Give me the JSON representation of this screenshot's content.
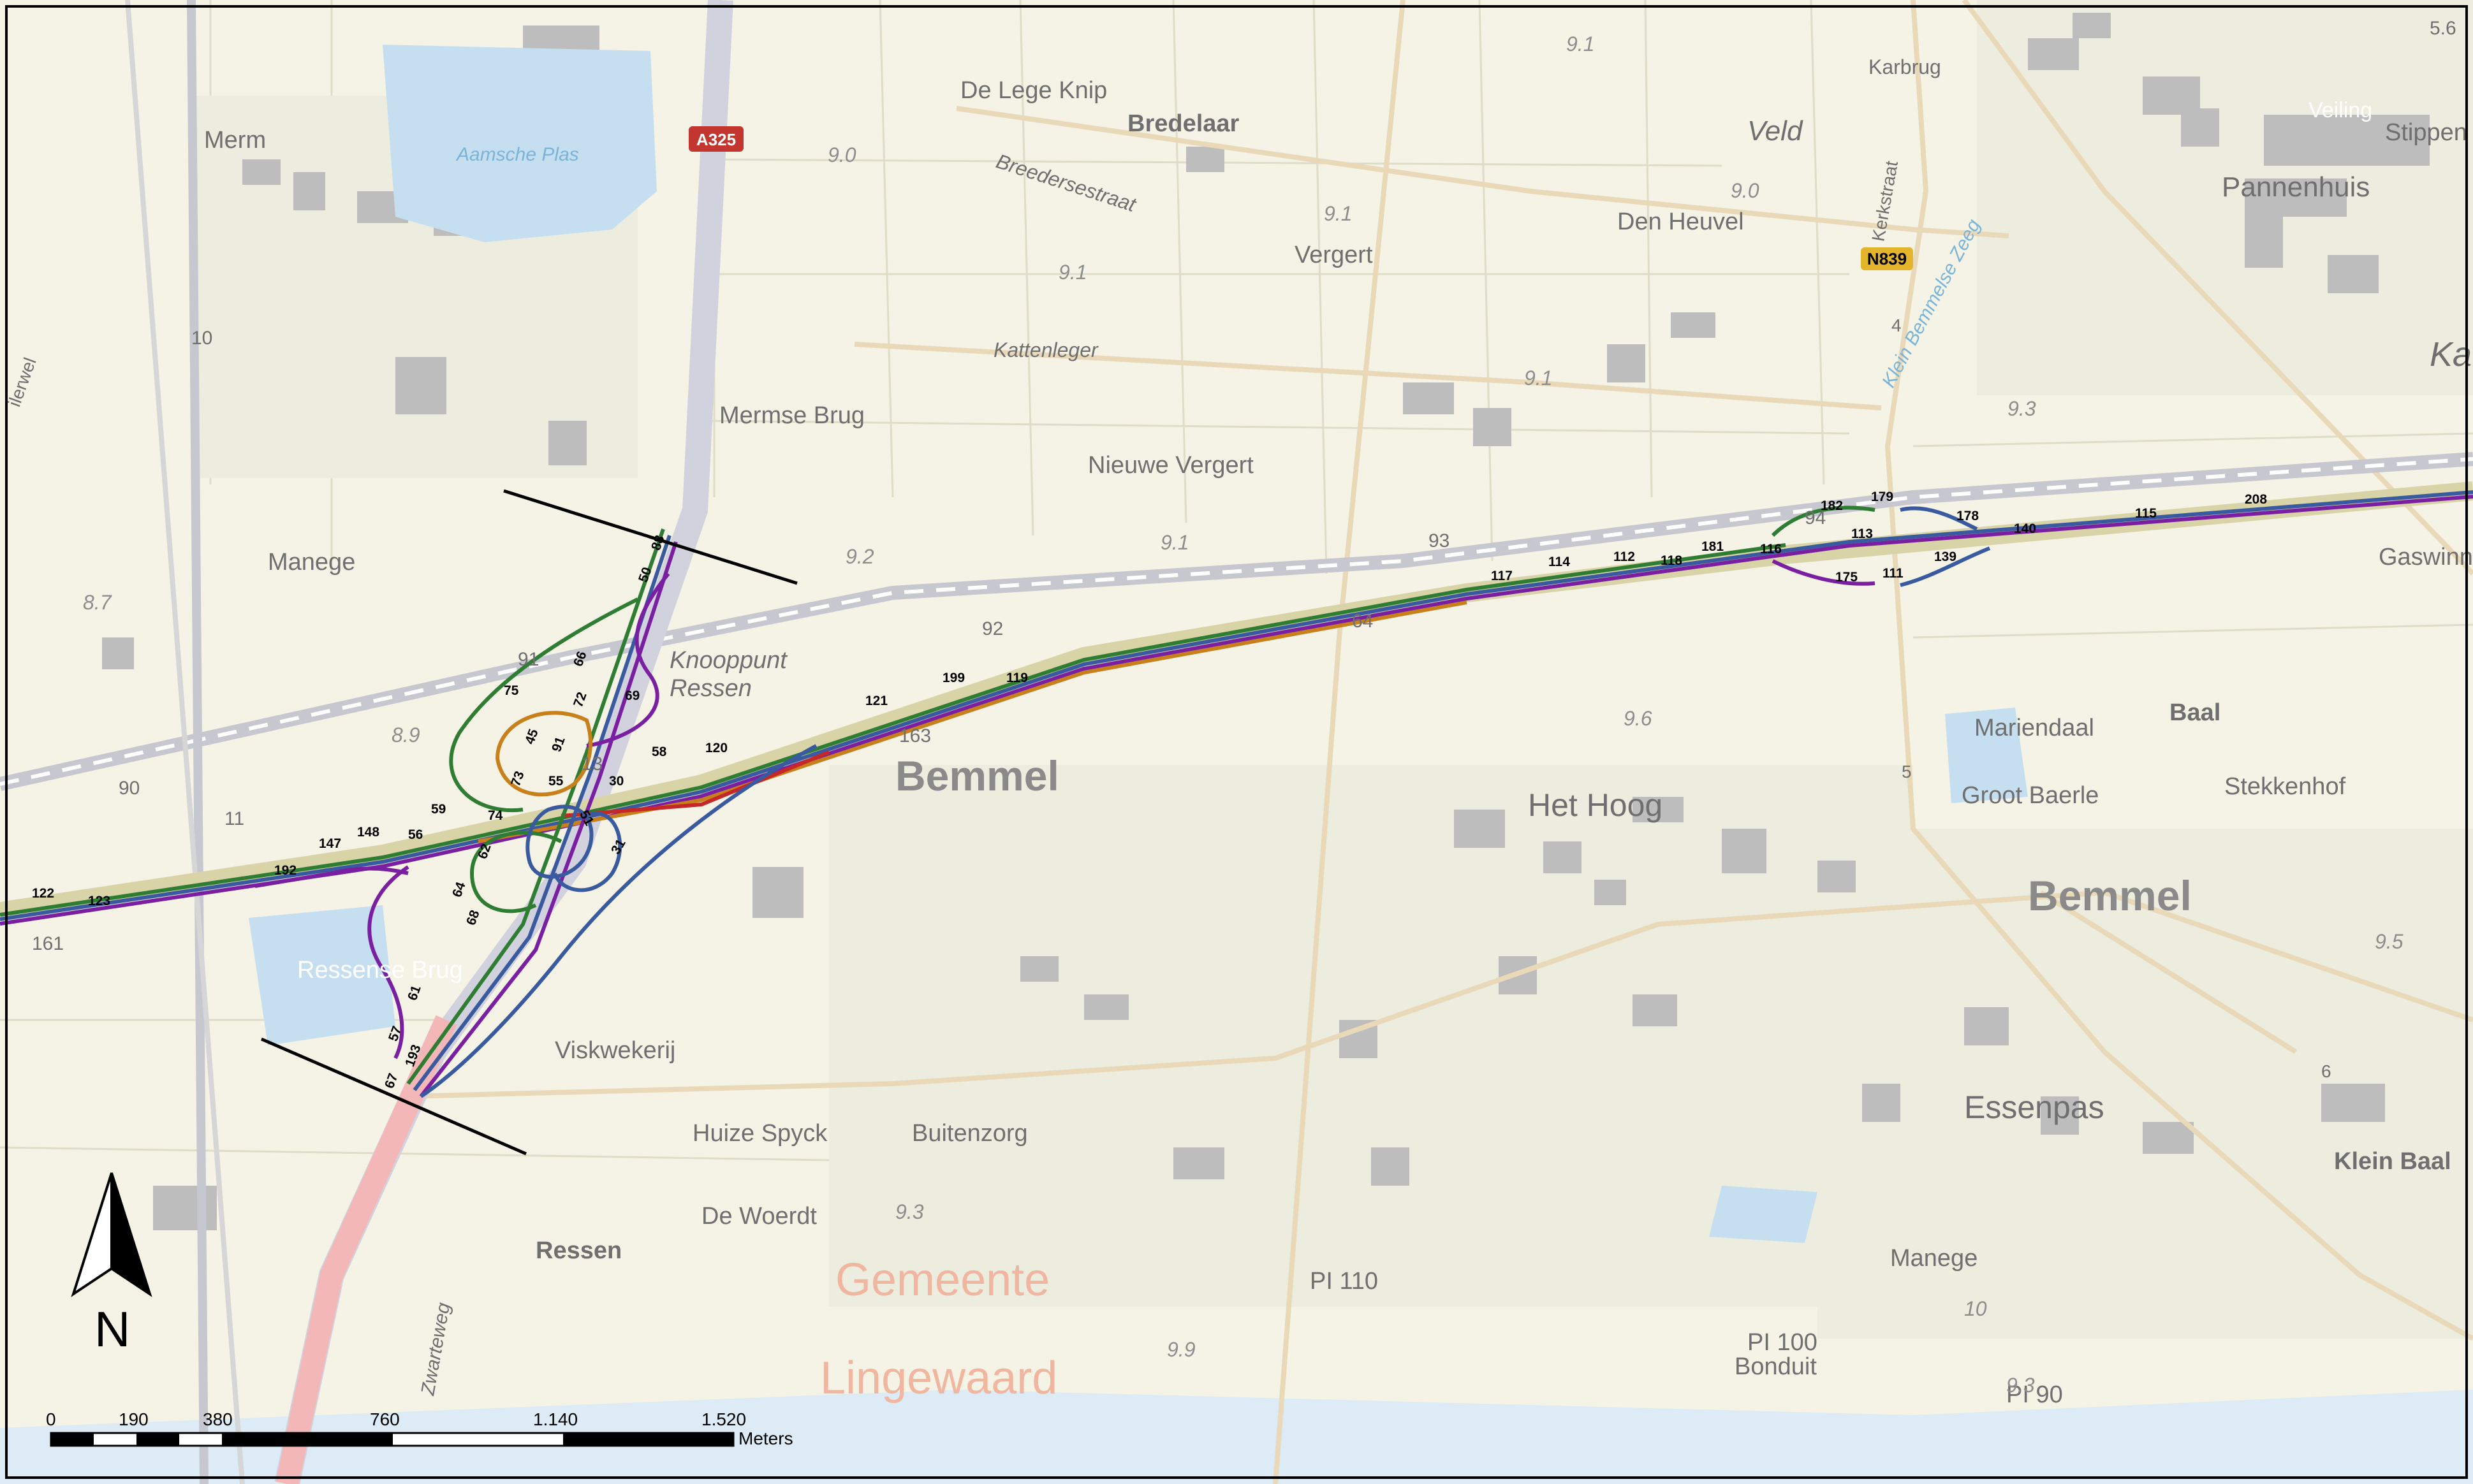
{
  "places": {
    "merm": "Merm",
    "aamsche_plas": "Aamsche Plas",
    "a325": "A325",
    "de_lege_knip": "De Lege Knip",
    "bredelaar": "Bredelaar",
    "breedersestraat": "Breedersestraat",
    "vergert": "Vergert",
    "veld": "Veld",
    "karbrug": "Karbrug",
    "veiling": "Veiling",
    "pannenhuis": "Pannenhuis",
    "stippen": "Stippen",
    "den_heuvel": "Den Heuvel",
    "n839": "N839",
    "kattenleger": "Kattenleger",
    "mermse_brug": "Mermse Brug",
    "nieuwe_vergert": "Nieuwe Vergert",
    "manege_w": "Manege",
    "knooppunt": "Knooppunt",
    "ressen_k": "Ressen",
    "bemmel_center": "Bemmel",
    "het_hoog": "Het Hoog",
    "mariendaal": "Mariendaal",
    "baal": "Baal",
    "groot_baerle": "Groot Baerle",
    "stekkenhof": "Stekkenhof",
    "bemmel_east": "Bemmel",
    "gaswinn": "Gaswinn",
    "ressense_brug": "Ressense Brug",
    "viskwekerij": "Viskwekerij",
    "huize_spyck": "Huize Spyck",
    "buitenzorg": "Buitenzorg",
    "de_woerdt": "De Woerdt",
    "ressen": "Ressen",
    "zwarteweg": "Zwarteweg",
    "gemeente": "Gemeente",
    "lingewaard": "Lingewaard",
    "essenpas": "Essenpas",
    "klein_baal": "Klein Baal",
    "manege_e": "Manege",
    "pi110": "PI 110",
    "pi100": "PI 100",
    "bonduit": "Bonduit",
    "pi90": "PI 90",
    "kleine_bemmelse_zeeg": "Klein Bemmelse Zeeg",
    "kerkstraat": "Kerkstraat",
    "ka": "Ka",
    "n56": "5.6",
    "ten": "10",
    "wel": "ilerwel",
    "num5": "5",
    "num4": "4",
    "num6": "6",
    "num161": "161",
    "num163": "163",
    "num11": "11",
    "num90": "90",
    "num91": "91",
    "num92": "92",
    "num93": "93",
    "num94": "94",
    "num64": "64",
    "num13": "13"
  },
  "elevations": {
    "e90a": "9.0",
    "e91a": "9.1",
    "e91b": "9.1",
    "e91c": "9.1",
    "e91d": "9.1",
    "e90b": "9.0",
    "e93a": "9.3",
    "e92": "9.2",
    "e87": "8.7",
    "e89": "8.9",
    "e91e": "9.1",
    "e96": "9.6",
    "e95": "9.5",
    "e93b": "9.3",
    "e99": "9.9",
    "e93c": "9.3",
    "e10": "10"
  },
  "route_labels": {
    "l122": "122",
    "l123": "123",
    "l192": "192",
    "l147": "147",
    "l148": "148",
    "l56": "56",
    "l59": "59",
    "l74": "74",
    "l30": "30",
    "l58": "58",
    "l120": "120",
    "l121": "121",
    "l199": "199",
    "l119": "119",
    "l117": "117",
    "l114": "114",
    "l112": "112",
    "l118": "118",
    "l181": "181",
    "l116": "116",
    "l113": "113",
    "l182": "182",
    "l179": "179",
    "l178": "178",
    "l140": "140",
    "l115": "115",
    "l208": "208",
    "l175": "175",
    "l111": "111",
    "l139": "139",
    "l88": "88",
    "l50": "50",
    "l66": "66",
    "l75": "75",
    "l72": "72",
    "l69": "69",
    "l45": "45",
    "l91": "91",
    "l73": "73",
    "l55": "55",
    "l51": "51",
    "l31": "31",
    "l62": "62",
    "l64": "64",
    "l68": "68",
    "l61": "61",
    "l57": "57",
    "l193": "193",
    "l67": "67"
  },
  "scale_bar": {
    "ticks": [
      "0",
      "190",
      "380",
      "760",
      "1.140",
      "1.520"
    ],
    "unit": "Meters"
  },
  "north_arrow": {
    "label": "N"
  },
  "colors": {
    "background": "#f4f3e6",
    "road": "#e9dcc4",
    "water": "#c6dff0",
    "highway": "#c8c8d8",
    "route_green": "#2e7d32",
    "route_blue": "#3a5aa0",
    "route_purple": "#7b1fa2",
    "route_orange": "#c9801a",
    "route_red": "#c62828"
  }
}
